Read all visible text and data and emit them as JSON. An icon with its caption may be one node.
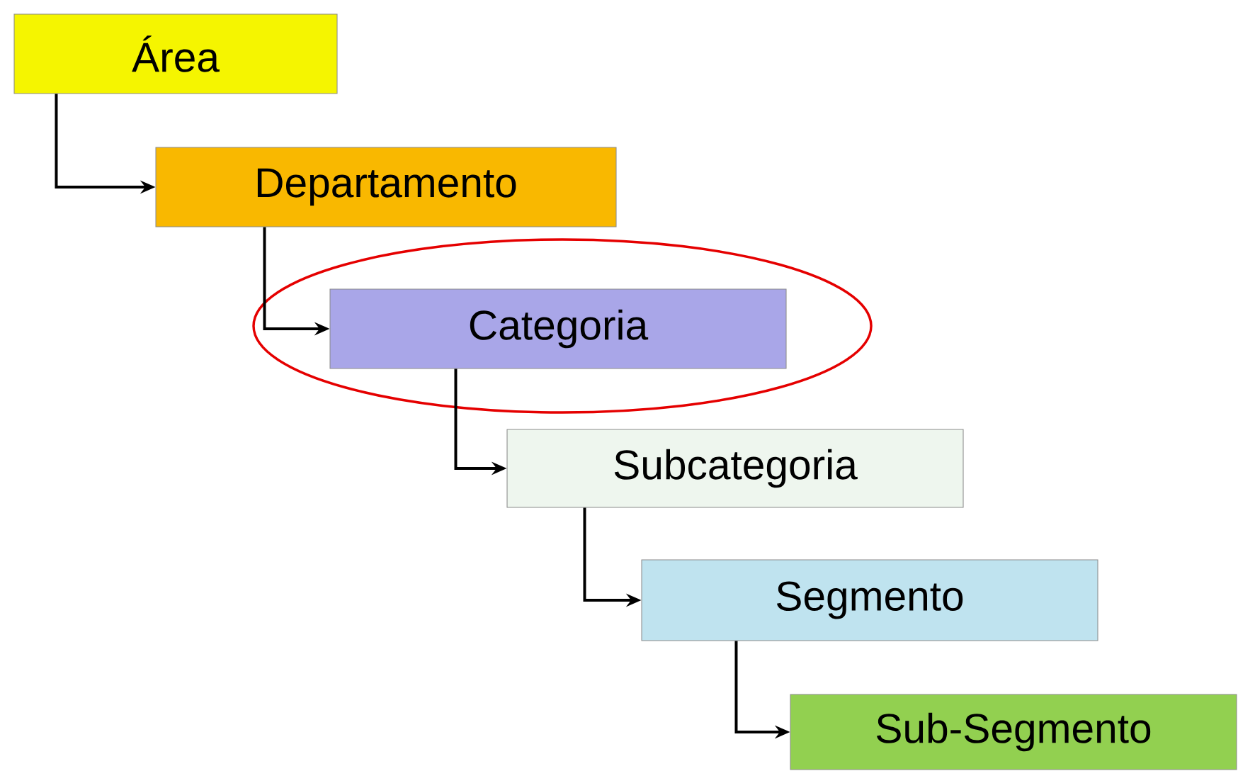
{
  "diagram": {
    "nodes": [
      {
        "text": [
          "Área"
        ]
      },
      {
        "text": [
          "Departamento"
        ]
      },
      {
        "text": [
          "Categoria"
        ]
      },
      {
        "text": [
          "Subcategoria"
        ]
      },
      {
        "text": [
          "Segmento"
        ]
      },
      {
        "text": [
          "Sub-Segmento"
        ]
      }
    ],
    "edges": [
      {
        "from": 0,
        "to": 1,
        "arrow": "to"
      },
      {
        "from": 1,
        "to": 2,
        "arrow": "to"
      },
      {
        "from": 2,
        "to": 3,
        "arrow": "to"
      },
      {
        "from": 3,
        "to": 4,
        "arrow": "to"
      },
      {
        "from": 4,
        "to": 5,
        "arrow": "to"
      }
    ]
  }
}
